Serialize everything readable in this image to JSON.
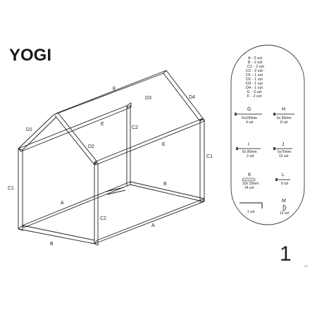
{
  "title": "YOGI",
  "page_number": "1",
  "version": "v.1",
  "frame_labels": {
    "E_top": "E",
    "D3": "D3",
    "D4": "D4",
    "D1": "D1",
    "E_inner": "E",
    "C2_upper": "C2",
    "D2": "D2",
    "E_side": "E",
    "C1_right": "C1",
    "C1_left": "C1",
    "A_inner": "A",
    "B_back": "B",
    "C2_lower": "C2",
    "A_front": "A",
    "B_front": "B"
  },
  "parts_list": [
    "A - 2 szt",
    "B - 2 szt",
    "C1 - 2 szt",
    "C2 - 2 szt",
    "D1 - 1 szt",
    "D2 - 1 szt",
    "D3 - 1 szt",
    "D4 - 1 szt",
    "E - 3 szt",
    "F - 2 szt"
  ],
  "hardware": {
    "G": {
      "letter": "G",
      "size": "6x100mm",
      "qty": "4 szt"
    },
    "H": {
      "letter": "H",
      "size": "6x 65mm",
      "qty": "8 szt"
    },
    "I": {
      "letter": "I",
      "size": "6x 90mm",
      "qty": "2 szt"
    },
    "J": {
      "letter": "J",
      "size": "6x70mm",
      "qty": "12 szt"
    },
    "K": {
      "letter": "K",
      "size": "10x 15mm",
      "qty": "24 szt"
    },
    "L": {
      "letter": "L",
      "qty": "8 szt"
    },
    "Key": {
      "qty": "1 szt"
    },
    "M": {
      "letter": "M",
      "qty": "12 szt"
    }
  }
}
